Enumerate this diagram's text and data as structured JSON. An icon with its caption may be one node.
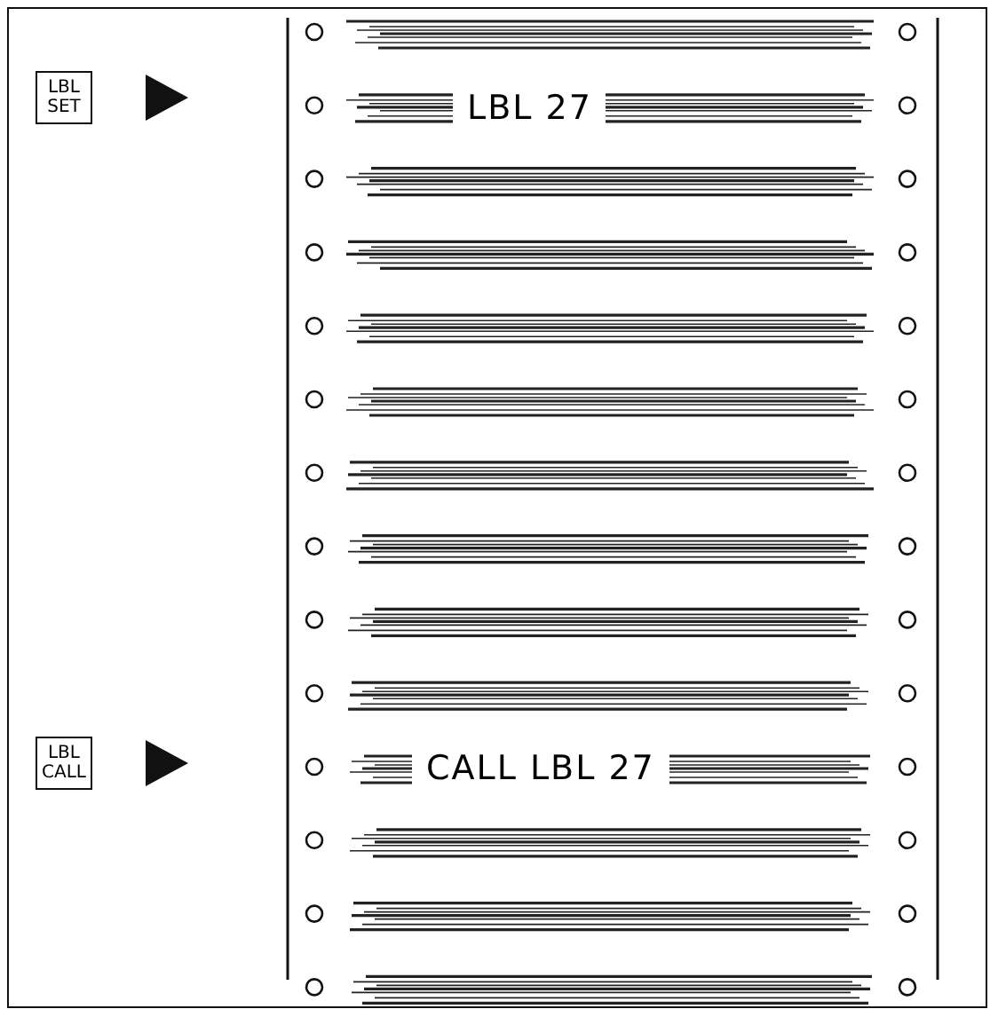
{
  "diagram": {
    "nodes": [
      {
        "text": [
          "LBL SET"
        ]
      },
      {
        "text": [
          "LBL 27"
        ]
      },
      {
        "text": [
          "LBL CALL"
        ]
      },
      {
        "text": [
          "CALL LBL 27"
        ]
      }
    ]
  }
}
